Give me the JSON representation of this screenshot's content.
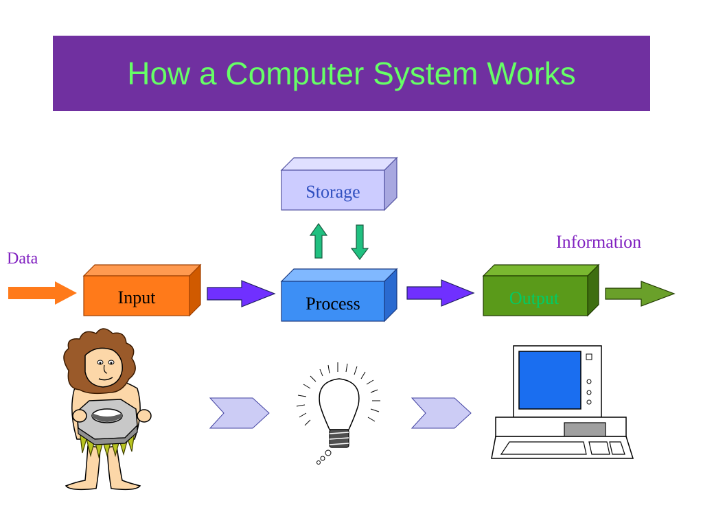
{
  "title": "How a Computer System Works",
  "labels": {
    "data": "Data",
    "information": "Information",
    "storage": "Storage",
    "input": "Input",
    "process": "Process",
    "output": "Output"
  },
  "colors": {
    "title_bg": "#7030a0",
    "title_text": "#66ff66",
    "input_box": "#ff7a1a",
    "process_box": "#3d8ff5",
    "storage_box": "#ccccff",
    "output_box": "#5a9a1a",
    "output_text": "#00cc66",
    "flow_arrow": "#7030ff",
    "data_arrow": "#ff7a1a",
    "info_arrow": "#6aa02a",
    "storage_arrow": "#20c080",
    "chevron": "#ccccf5",
    "label_purple": "#8020c0",
    "storage_text": "#3050c0"
  },
  "icons": [
    "caveman-holding-gear-icon",
    "light-bulb-icon",
    "computer-terminal-icon"
  ]
}
